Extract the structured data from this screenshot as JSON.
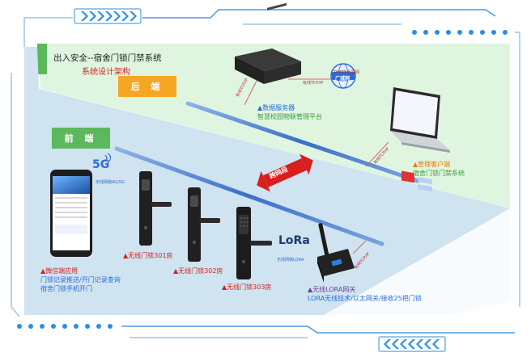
{
  "header": {
    "title": "出入安全--宿舍门锁门禁系统",
    "subtitle": "系统设计架构"
  },
  "sections": {
    "backend": "后 端",
    "frontend": "前 端"
  },
  "server": {
    "label": "▲数据服务器",
    "desc": "智慧校园物联管理平台"
  },
  "wan": {
    "label": "广域网",
    "small": "TCP/IP 互联网"
  },
  "client": {
    "label": "▲管理客户端",
    "desc": "宿舍门锁门禁系统"
  },
  "links": {
    "wired_server": "有线TCP/IP",
    "wired_backbone": "有线TCP/IP",
    "wired_client": "有线TCP/IP",
    "wired_gateway": "有线TCP/IP",
    "wireless_5g": "无线网络4G/5G",
    "wireless_lora": "无线网络LORA",
    "cross": "跨网段"
  },
  "icons": {
    "five_g": "5G",
    "lora": "LoRa"
  },
  "wechat": {
    "label": "▲微信端应用",
    "line1": "门锁记录推送/开门记录查询",
    "line2": "宿舍门锁手机开门"
  },
  "locks": [
    {
      "label": "▲无线门锁301房"
    },
    {
      "label": "▲无线门锁302房"
    },
    {
      "label": "▲无线门锁303房"
    }
  ],
  "gateway": {
    "label": "▲无线LORA网关",
    "desc": "LORA无线技术/以太网关/接收25把门锁"
  },
  "colors": {
    "accent_blue": "#1e6fd9",
    "back_badge": "#f5a623",
    "front_badge": "#5cb85c",
    "back_zone": "#dff5e0",
    "front_zone": "#cfe3f0"
  }
}
